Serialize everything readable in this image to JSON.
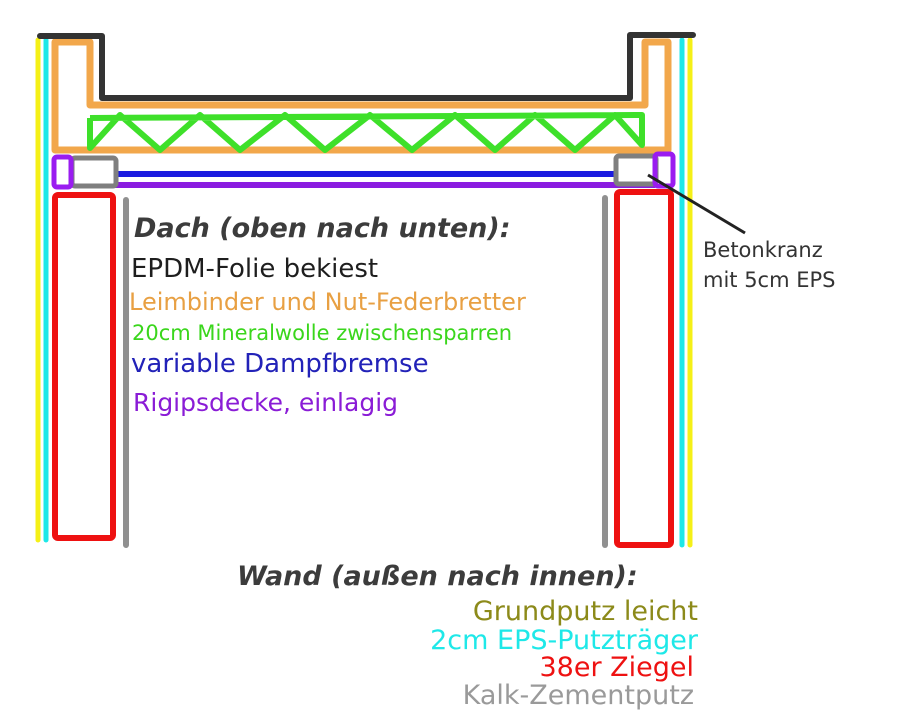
{
  "roof_heading": "Dach (oben nach unten):",
  "roof_layers": [
    {
      "text": "EPDM-Folie bekiest",
      "color": "#1e1e1e"
    },
    {
      "text": "Leimbinder und Nut-Federbretter",
      "color": "#e8a043"
    },
    {
      "text": "20cm Mineralwolle zwischensparren",
      "color": "#3ad61c"
    },
    {
      "text": "variable Dampfbremse",
      "color": "#2222b8"
    },
    {
      "text": "Rigipsdecke, einlagig",
      "color": "#8a1cd6"
    }
  ],
  "wall_heading": "Wand (außen nach innen):",
  "wall_layers": [
    {
      "text": "Grundputz leicht",
      "color": "#8c8a1a"
    },
    {
      "text": "2cm EPS-Putzträger",
      "color": "#1ee8e8"
    },
    {
      "text": "38er Ziegel",
      "color": "#ee1111"
    },
    {
      "text": "Kalk-Zementputz",
      "color": "#9a9a9a"
    }
  ],
  "callout": {
    "line1": "Betonkranz",
    "line2": "mit 5cm EPS"
  },
  "colors": {
    "epdm": "#333333",
    "timber": "#f2a74b",
    "insulation": "#3ee02a",
    "vapor_barrier": "#1a1ae0",
    "drywall": "#8a1ce0",
    "concrete": "#7f7f7f",
    "eps": "#9a1cf0",
    "brick": "#ee1111",
    "plaster_base": "#f5f017",
    "eps_carrier": "#1ee8e8",
    "interior_plaster": "#909090"
  }
}
